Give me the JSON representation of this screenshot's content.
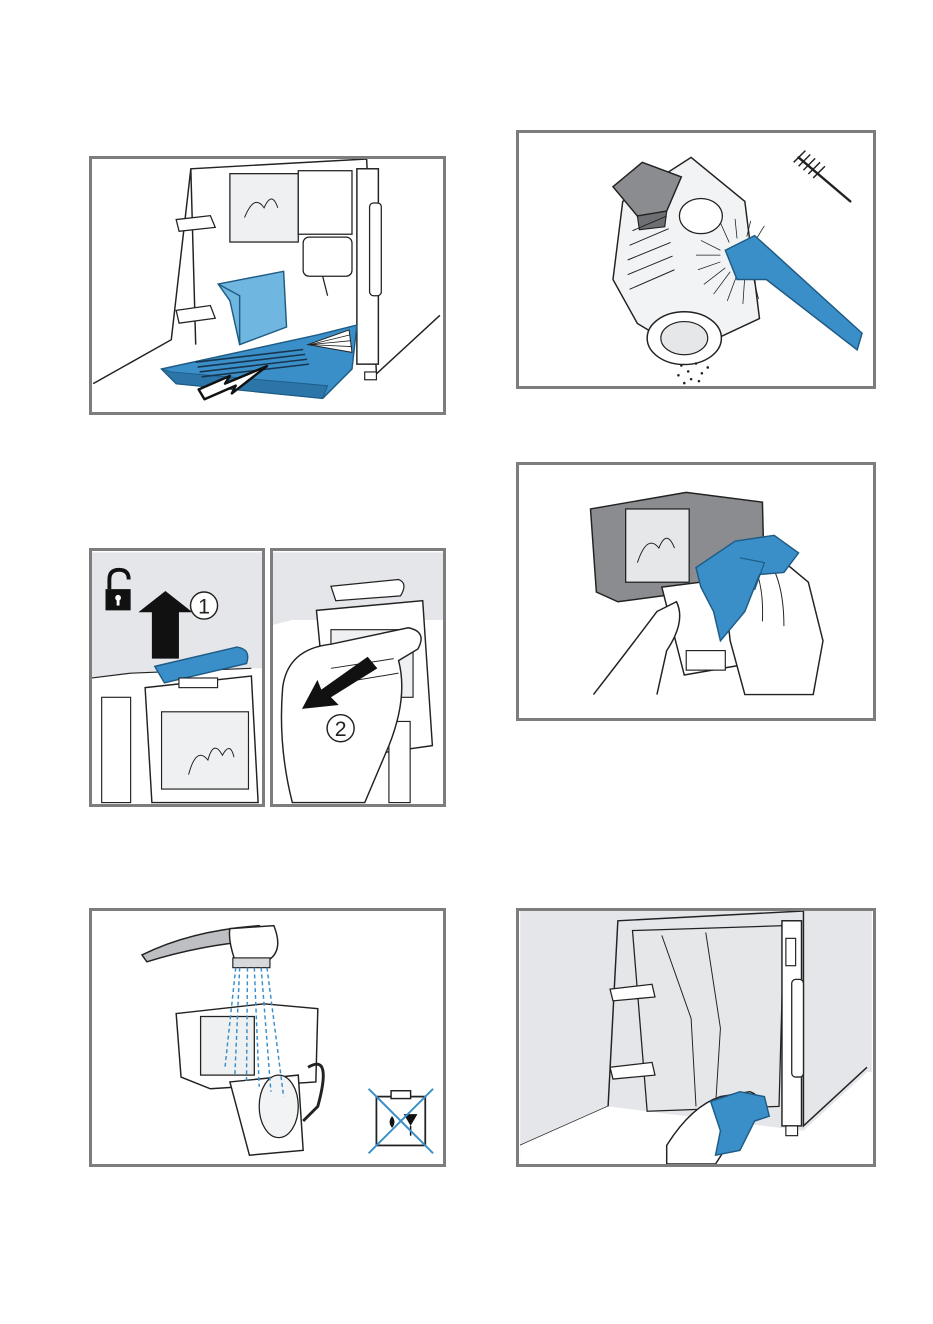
{
  "colors": {
    "accent_blue": "#3a8fc9",
    "light_blue": "#6fb6e0",
    "panel_border": "#7d7d7d",
    "panel_bg_grey": "#e4e6ea",
    "line": "#222222"
  },
  "figures": [
    {
      "id": "fig-1",
      "depicts": "drip-tray-removal",
      "icons": [
        "arrow-icon"
      ]
    },
    {
      "id": "fig-2",
      "depicts": "brewing-unit-brushing",
      "icons": [
        "brush-icon"
      ]
    },
    {
      "id": "fig-3a",
      "depicts": "unlock-lever-step",
      "icons": [
        "unlock-padlock-icon",
        "arrow-up-icon"
      ]
    },
    {
      "id": "fig-3b",
      "depicts": "pull-out-brewing-unit-step",
      "icons": [
        "arrow-icon"
      ]
    },
    {
      "id": "fig-4",
      "depicts": "wipe-brewing-unit-with-cloth",
      "icons": [
        "cloth-icon"
      ]
    },
    {
      "id": "fig-5",
      "depicts": "rinse-under-tap",
      "icons": [
        "no-dishwasher-icon"
      ]
    },
    {
      "id": "fig-6",
      "depicts": "wipe-machine-interior",
      "icons": [
        "cloth-icon"
      ]
    }
  ],
  "step_labels": {
    "step1": "1",
    "step2": "2"
  }
}
